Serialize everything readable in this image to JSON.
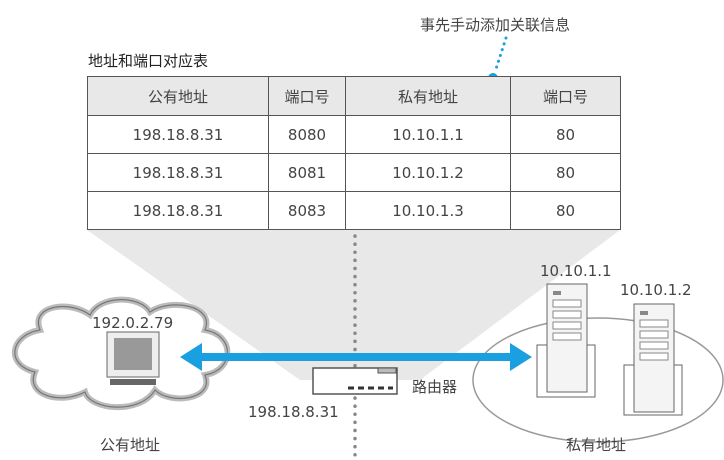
{
  "callout": "事先手动添加关联信息",
  "table": {
    "title": "地址和端口对应表",
    "headers": [
      "公有地址",
      "端口号",
      "私有地址",
      "端口号"
    ],
    "rows": [
      [
        "198.18.8.31",
        "8080",
        "10.10.1.1",
        "80"
      ],
      [
        "198.18.8.31",
        "8081",
        "10.10.1.2",
        "80"
      ],
      [
        "198.18.8.31",
        "8083",
        "10.10.1.3",
        "80"
      ]
    ]
  },
  "public_side": {
    "host_ip": "192.0.2.79",
    "label": "公有地址"
  },
  "router": {
    "label": "路由器",
    "ip": "198.18.8.31"
  },
  "private_side": {
    "server1_ip": "10.10.1.1",
    "server2_ip": "10.10.1.2",
    "label": "私有地址"
  },
  "colors": {
    "arrow": "#1aa0e0",
    "fan": "#e8e8e8"
  }
}
